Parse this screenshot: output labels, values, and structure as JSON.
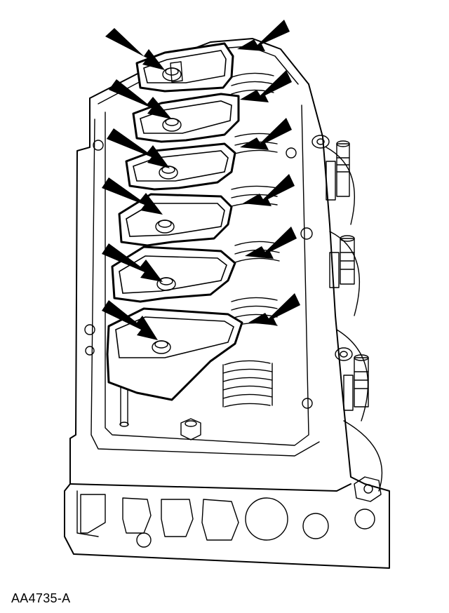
{
  "figure": {
    "id_label": "AA4735-A"
  },
  "parts": {
    "rocker_arm_count": 6,
    "rocker_bolt_arrows": 6,
    "rocker_arm_arrows": 6
  },
  "colors": {
    "line": "#000000",
    "background": "#ffffff"
  }
}
